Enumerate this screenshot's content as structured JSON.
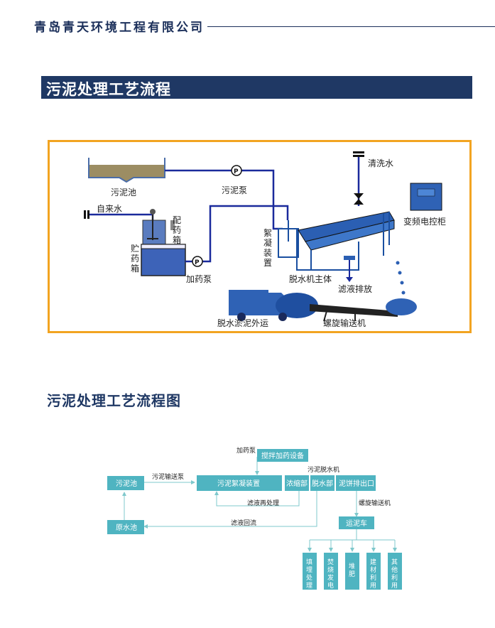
{
  "header": {
    "company": "青岛青天环境工程有限公司"
  },
  "section1": {
    "title": "污泥处理工艺流程"
  },
  "process": {
    "sludge_tank": "污泥池",
    "sludge_pump": "污泥泵",
    "tap_water": "自来水",
    "mixing_tank_chars": [
      "配",
      "药",
      "箱"
    ],
    "storage_tank_chars": [
      "贮",
      "药",
      "箱"
    ],
    "dosing_pump": "加药泵",
    "flocculation_chars": [
      "絮",
      "凝",
      "装",
      "置"
    ],
    "wash_water": "清洗水",
    "vfd_cabinet": "变频电控柜",
    "dewater_body": "脱水机主体",
    "filtrate_drain": "滤液排放",
    "sludge_transport": "脱水淤泥外运",
    "screw_conveyor": "螺旋输送机",
    "pump_symbol": "P"
  },
  "section2": {
    "title": "污泥处理工艺流程图"
  },
  "flowchart": {
    "mixing_dosing": "搅拌加药设备",
    "dosing_pump": "加药泵",
    "sludge_tank": "污泥池",
    "sludge_transfer_pump": "污泥输送泵",
    "flocculation": "污泥絮凝装置",
    "thickening": "浓缩部",
    "dewatering": "脱水部",
    "sludge_dewater_machine": "污泥脱水机",
    "sludge_outlet": "泥饼排出口",
    "filtrate_reprocess": "滤液再处理",
    "raw_water_tank": "原水池",
    "filtrate_return": "滤液回流",
    "screw_conveyor": "螺旋输送机",
    "sludge_truck": "运泥车",
    "uses": [
      [
        "填",
        "埋",
        "处",
        "理"
      ],
      [
        "焚",
        "烧",
        "发",
        "电"
      ],
      [
        "堆",
        "肥"
      ],
      [
        "建",
        "材",
        "利",
        "用"
      ],
      [
        "其",
        "他",
        "利",
        "用"
      ]
    ]
  }
}
